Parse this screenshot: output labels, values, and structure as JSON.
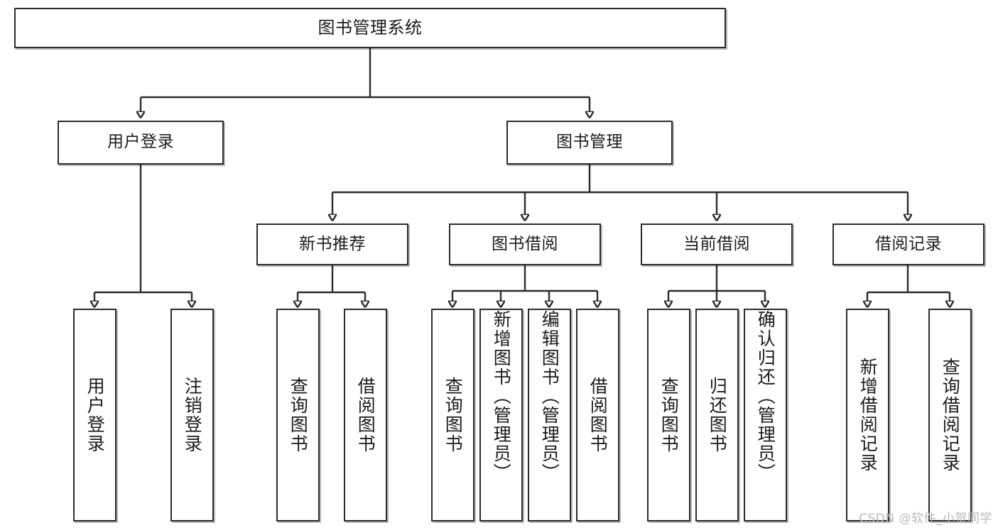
{
  "diagram": {
    "type": "tree-hierarchy",
    "title": "图书管理系统",
    "watermark": "CSDN @软件_小贺同学",
    "colors": {
      "box_border": "#2b2b2b",
      "box_fill": "#ffffff",
      "edge": "#2b2b2b",
      "text": "#1b1b1b",
      "watermark": "#b9b9b9"
    },
    "nodes": {
      "root": "图书管理系统",
      "level2": {
        "user_login": "用户登录",
        "book_manage": "图书管理"
      },
      "level3": {
        "new_book_recommend": "新书推荐",
        "book_borrow": "图书借阅",
        "current_borrow": "当前借阅",
        "borrow_record": "借阅记录"
      },
      "leaves": {
        "user_login": [
          "用户登录",
          "注销登录"
        ],
        "new_book_recommend": [
          "查询图书",
          "借阅图书"
        ],
        "book_borrow": [
          "查询图书",
          "新增图书（管理员）",
          "编辑图书（管理员）",
          "借阅图书"
        ],
        "current_borrow": [
          "查询图书",
          "归还图书",
          "确认归还（管理员）"
        ],
        "borrow_record": [
          "新增借阅记录",
          "查询借阅记录"
        ]
      }
    },
    "edges": [
      {
        "from": "图书管理系统",
        "to": "用户登录"
      },
      {
        "from": "图书管理系统",
        "to": "图书管理"
      },
      {
        "from": "用户登录",
        "to": "用户登录"
      },
      {
        "from": "用户登录",
        "to": "注销登录"
      },
      {
        "from": "图书管理",
        "to": "新书推荐"
      },
      {
        "from": "图书管理",
        "to": "图书借阅"
      },
      {
        "from": "图书管理",
        "to": "当前借阅"
      },
      {
        "from": "图书管理",
        "to": "借阅记录"
      },
      {
        "from": "新书推荐",
        "to": "查询图书"
      },
      {
        "from": "新书推荐",
        "to": "借阅图书"
      },
      {
        "from": "图书借阅",
        "to": "查询图书"
      },
      {
        "from": "图书借阅",
        "to": "新增图书（管理员）"
      },
      {
        "from": "图书借阅",
        "to": "编辑图书（管理员）"
      },
      {
        "from": "图书借阅",
        "to": "借阅图书"
      },
      {
        "from": "当前借阅",
        "to": "查询图书"
      },
      {
        "from": "当前借阅",
        "to": "归还图书"
      },
      {
        "from": "当前借阅",
        "to": "确认归还（管理员）"
      },
      {
        "from": "借阅记录",
        "to": "新增借阅记录"
      },
      {
        "from": "借阅记录",
        "to": "查询借阅记录"
      }
    ]
  }
}
